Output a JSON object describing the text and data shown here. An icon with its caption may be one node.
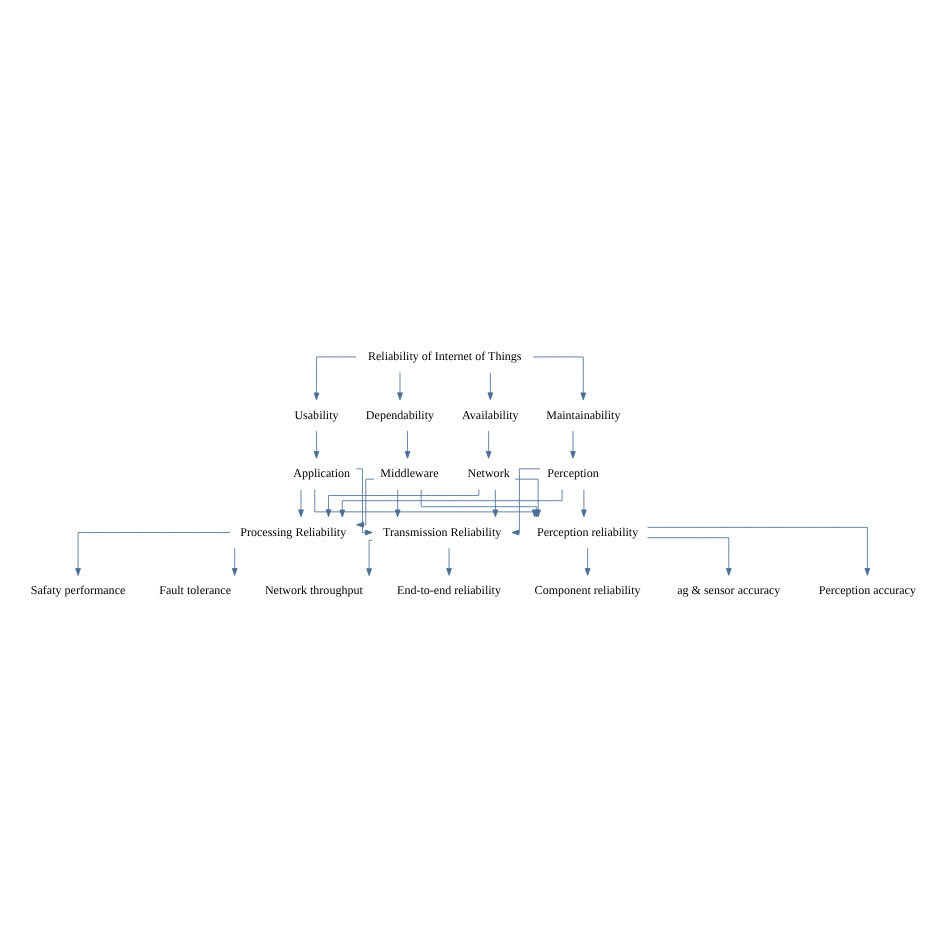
{
  "diagram": {
    "nodes": [
      {
        "text": [
          "Reliability of Internet of Things"
        ]
      },
      {
        "text": [
          "Usability"
        ]
      },
      {
        "text": [
          "Dependability"
        ]
      },
      {
        "text": [
          "Availability"
        ]
      },
      {
        "text": [
          "Maintainability"
        ]
      },
      {
        "text": [
          "Application"
        ]
      },
      {
        "text": [
          "Middleware"
        ]
      },
      {
        "text": [
          "Network"
        ]
      },
      {
        "text": [
          "Perception"
        ]
      },
      {
        "text": [
          "Processing Reliability"
        ]
      },
      {
        "text": [
          "Transmission Reliability"
        ]
      },
      {
        "text": [
          "Perception reliability"
        ]
      },
      {
        "text": [
          "Fault tolerance"
        ]
      },
      {
        "text": [
          "Safaty performance"
        ]
      },
      {
        "text": [
          "End-to-end reliability"
        ]
      },
      {
        "text": [
          "Network throughput"
        ]
      },
      {
        "text": [
          "Component reliability"
        ]
      },
      {
        "text": [
          "ag & sensor accuracy"
        ]
      },
      {
        "text": [
          "Perception accuracy"
        ]
      }
    ],
    "edges": [
      {
        "from": 0,
        "to": 1,
        "arrow": "to"
      },
      {
        "from": 0,
        "to": 2,
        "arrow": "to"
      },
      {
        "from": 0,
        "to": 3,
        "arrow": "to"
      },
      {
        "from": 0,
        "to": 4,
        "arrow": "to"
      },
      {
        "from": 1,
        "to": 5,
        "arrow": "to"
      },
      {
        "from": 2,
        "to": 6,
        "arrow": "to"
      },
      {
        "from": 3,
        "to": 7,
        "arrow": "to"
      },
      {
        "from": 4,
        "to": 8,
        "arrow": "to"
      },
      {
        "from": 5,
        "to": 9,
        "arrow": "to"
      },
      {
        "from": 5,
        "to": 10,
        "arrow": "to"
      },
      {
        "from": 5,
        "to": 11,
        "arrow": "to"
      },
      {
        "from": 6,
        "to": 9,
        "arrow": "to"
      },
      {
        "from": 6,
        "to": 10,
        "arrow": "to"
      },
      {
        "from": 6,
        "to": 11,
        "arrow": "to"
      },
      {
        "from": 7,
        "to": 9,
        "arrow": "to"
      },
      {
        "from": 7,
        "to": 10,
        "arrow": "to"
      },
      {
        "from": 7,
        "to": 11,
        "arrow": "to"
      },
      {
        "from": 8,
        "to": 9,
        "arrow": "to"
      },
      {
        "from": 8,
        "to": 10,
        "arrow": "to"
      },
      {
        "from": 8,
        "to": 11,
        "arrow": "to"
      },
      {
        "from": 9,
        "to": 12,
        "arrow": "to"
      },
      {
        "from": 9,
        "to": 13,
        "arrow": "to"
      },
      {
        "from": 10,
        "to": 14,
        "arrow": "to"
      },
      {
        "from": 10,
        "to": 15,
        "arrow": "to"
      },
      {
        "from": 11,
        "to": 16,
        "arrow": "to"
      },
      {
        "from": 11,
        "to": 17,
        "arrow": "to"
      },
      {
        "from": 11,
        "to": 18,
        "arrow": "to"
      }
    ]
  }
}
